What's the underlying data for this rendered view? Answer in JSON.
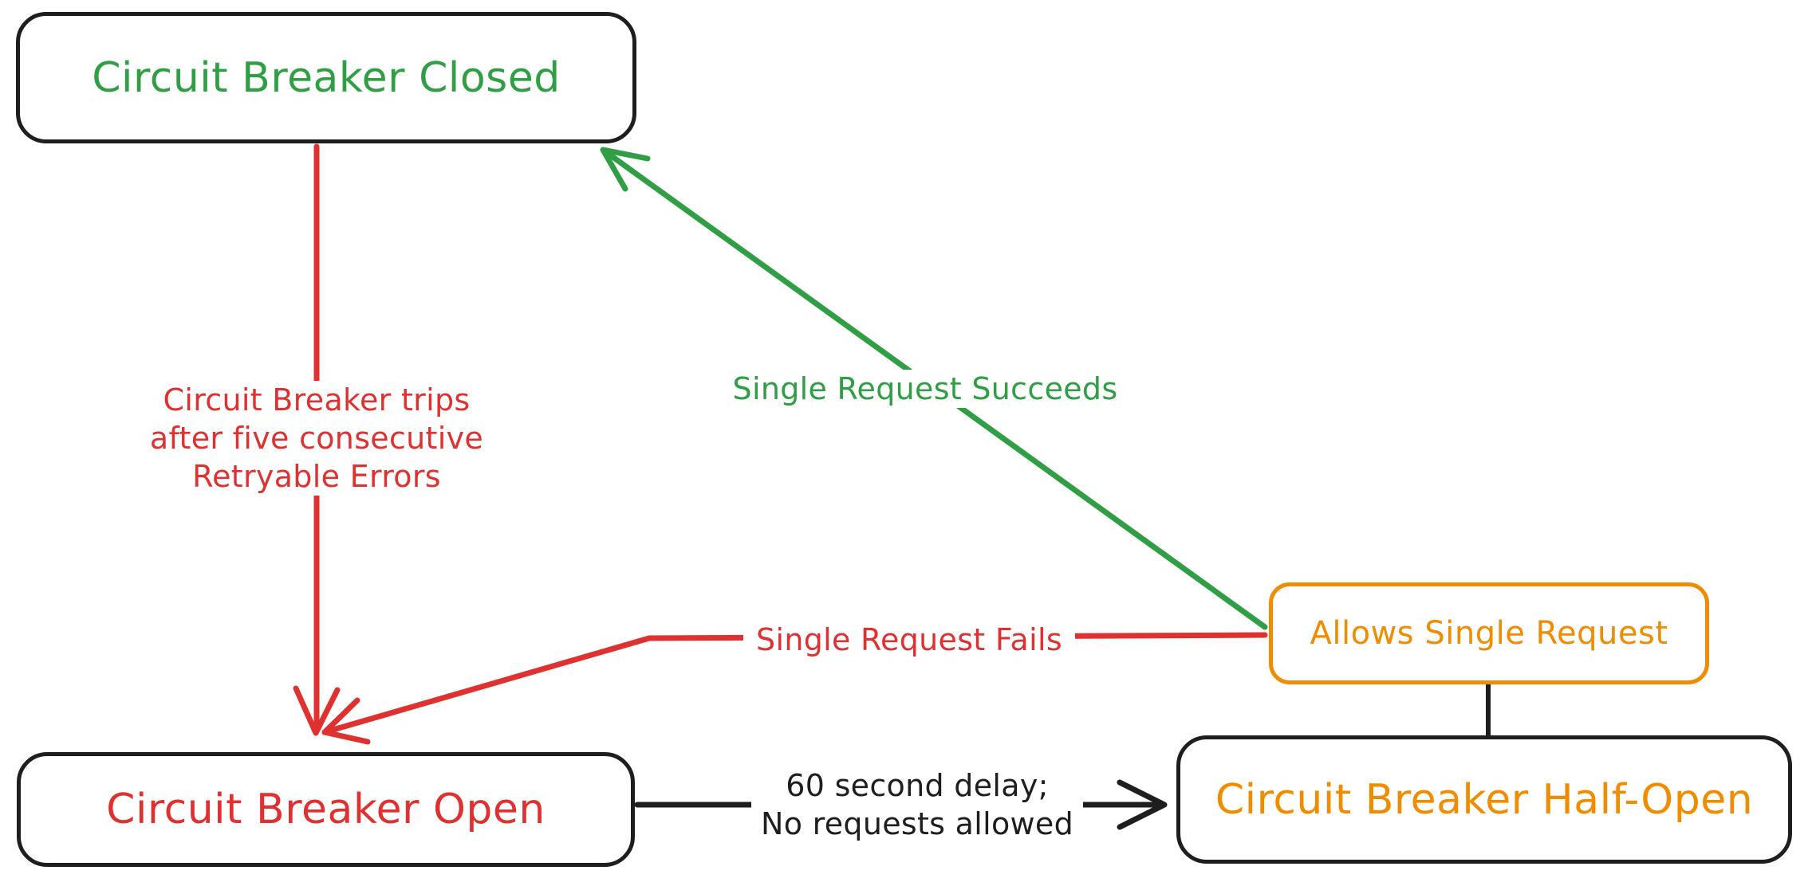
{
  "canvas": {
    "background": "#ffffff"
  },
  "nodes": {
    "closed": {
      "label": "Circuit Breaker Closed",
      "text_color": "#2f9e44",
      "border_color": "#1e1e1e"
    },
    "open": {
      "label": "Circuit Breaker Open",
      "text_color": "#e03131",
      "border_color": "#1e1e1e"
    },
    "half_open": {
      "label": "Circuit Breaker Half-Open",
      "text_color": "#f08c00",
      "border_color": "#1e1e1e"
    },
    "allows_single_request": {
      "label": "Allows Single Request",
      "text_color": "#f08c00",
      "border_color": "#f08c00"
    }
  },
  "edges": {
    "trip": {
      "from": "closed",
      "to": "open",
      "color": "#e03131",
      "lines": [
        "Circuit Breaker trips",
        "after five consecutive",
        "Retryable Errors"
      ]
    },
    "succeeds": {
      "from": "allows_single_request",
      "to": "closed",
      "color": "#2f9e44",
      "label": "Single Request Succeeds"
    },
    "fails": {
      "from": "allows_single_request",
      "to": "open",
      "color": "#e03131",
      "label": "Single Request Fails"
    },
    "delay": {
      "from": "open",
      "to": "half_open",
      "color": "#1e1e1e",
      "lines": [
        "60 second delay;",
        "No requests allowed"
      ]
    },
    "allows_link": {
      "from": "allows_single_request",
      "to": "half_open",
      "color": "#1e1e1e"
    }
  }
}
